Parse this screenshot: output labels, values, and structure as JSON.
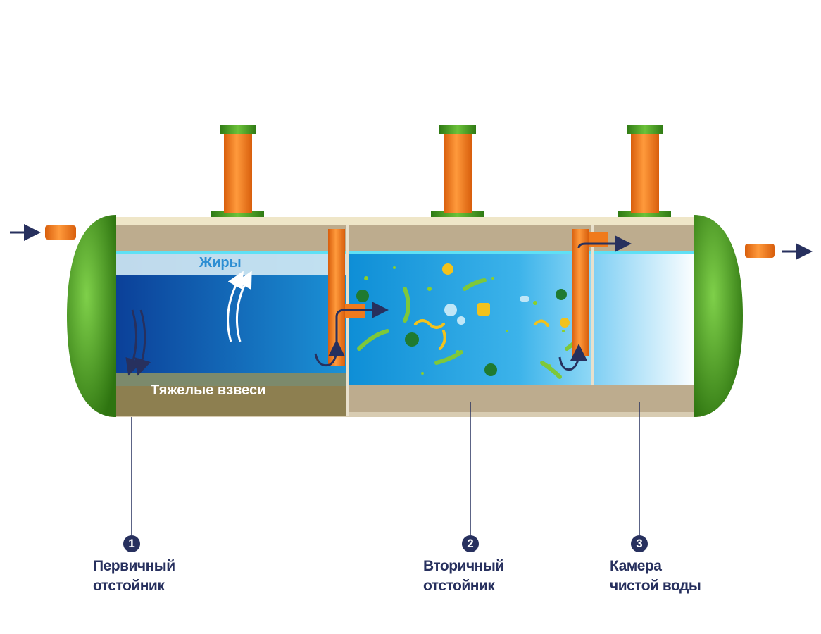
{
  "diagram": {
    "layers": {
      "fats": "Жиры",
      "sediment": "Тяжелые взвеси"
    },
    "chambers": [
      {
        "number": "1",
        "line1": "Первичный",
        "line2": "отстойник"
      },
      {
        "number": "2",
        "line1": "Вторичный",
        "line2": "отстойник"
      },
      {
        "number": "3",
        "line1": "Камера",
        "line2": "чистой воды"
      }
    ],
    "colors": {
      "tank_end": "#3f8f1f",
      "pipe": "#f07a1c",
      "label": "#27305e",
      "water_dark": "#0b3f98",
      "water_light": "#27a3e0"
    }
  }
}
